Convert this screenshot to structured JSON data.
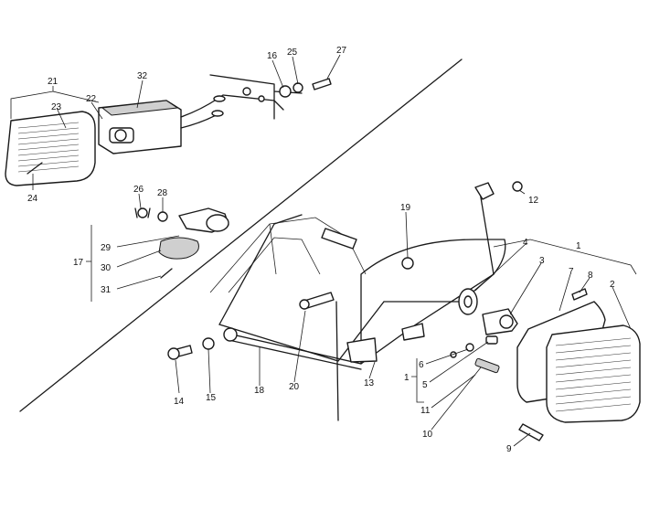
{
  "callouts": {
    "c1": "1",
    "c2": "2",
    "c3": "3",
    "c4": "4",
    "c5": "5",
    "c6": "6",
    "c7": "7",
    "c8": "8",
    "c9": "9",
    "c10": "10",
    "c11": "11",
    "c12": "12",
    "c13": "13",
    "c14": "14",
    "c15": "15",
    "c16": "16",
    "c17": "17",
    "c18": "18",
    "c19": "19",
    "c20": "20",
    "c21": "21",
    "c22": "22",
    "c23": "23",
    "c24": "24",
    "c25": "25",
    "c26": "26",
    "c27": "27",
    "c28": "28",
    "c29": "29",
    "c30": "30",
    "c31": "31",
    "c32": "32",
    "c1b": "1"
  }
}
